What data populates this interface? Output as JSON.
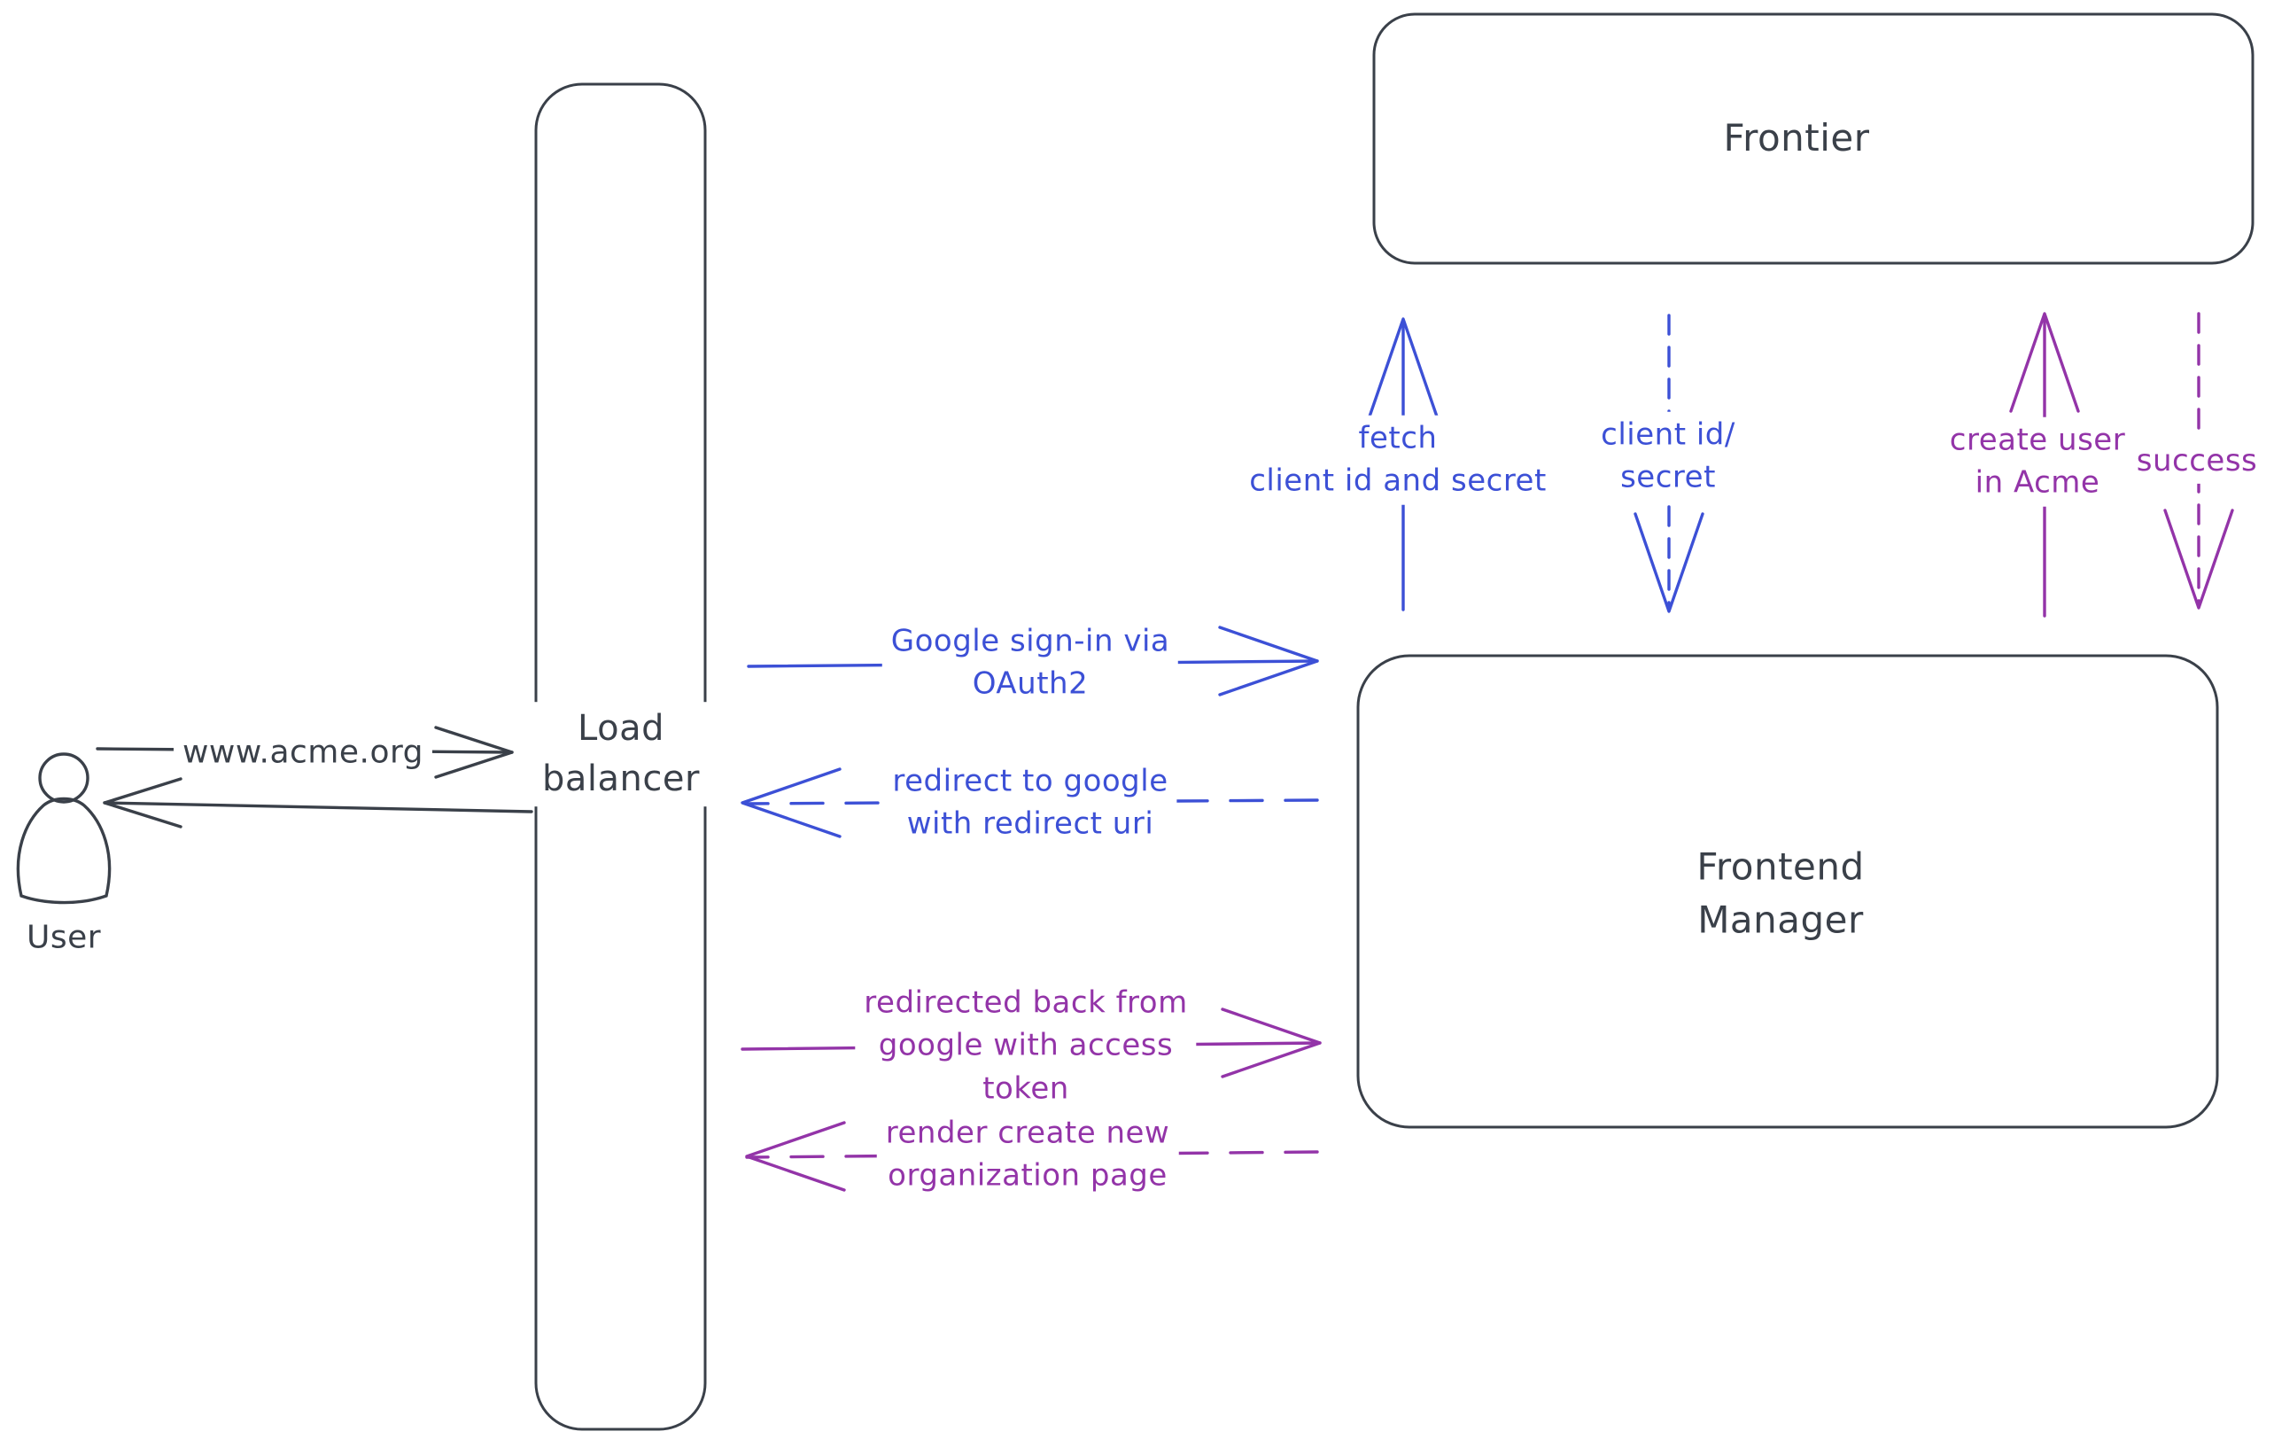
{
  "colors": {
    "ink": "#3a4049",
    "blue": "#3c50d6",
    "purple": "#9334a8",
    "hatch": "#ccd4e0",
    "bg": "#ffffff"
  },
  "nodes": {
    "user": {
      "label": "User"
    },
    "load_balancer": {
      "label": "Load\nbalancer"
    },
    "frontier": {
      "label": "Frontier"
    },
    "frontend_manager": {
      "label": "Frontend\nManager"
    }
  },
  "flows": {
    "www_acme": {
      "label": "www.acme.org",
      "style": "solid",
      "color": "#3a4049"
    },
    "user_return": {
      "label": "",
      "style": "solid",
      "color": "#3a4049"
    },
    "google_signin": {
      "label": "Google sign-in via\nOAuth2",
      "style": "solid",
      "color": "#3c50d6"
    },
    "redirect_google": {
      "label": "redirect to google\nwith redirect uri",
      "style": "dashed",
      "color": "#3c50d6"
    },
    "fetch_client": {
      "label": "fetch\nclient id and secret",
      "style": "solid",
      "color": "#3c50d6"
    },
    "client_id_secret": {
      "label": "client id/\nsecret",
      "style": "dashed",
      "color": "#3c50d6"
    },
    "create_user": {
      "label": "create user\nin Acme",
      "style": "solid",
      "color": "#9334a8"
    },
    "success": {
      "label": "success",
      "style": "dashed",
      "color": "#9334a8"
    },
    "redirected_back": {
      "label": "redirected back from\ngoogle with access\ntoken",
      "style": "solid",
      "color": "#9334a8"
    },
    "render_org_page": {
      "label": "render create new\norganization page",
      "style": "dashed",
      "color": "#9334a8"
    }
  }
}
